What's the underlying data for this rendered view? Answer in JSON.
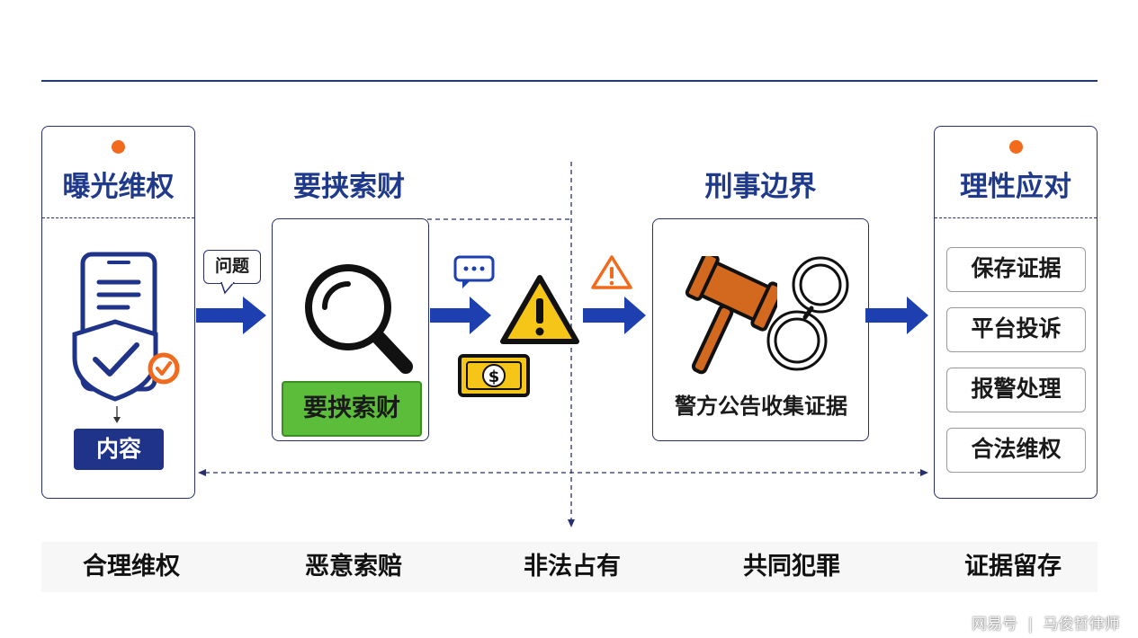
{
  "stages": [
    {
      "title": "曝光维权",
      "label": "内容"
    },
    {
      "title": "要挟索财",
      "label": "要挟索财"
    },
    {
      "title": "刑事边界",
      "label": "警方公告收集证据"
    },
    {
      "title": "理性应对",
      "items": [
        "保存证据",
        "平台投诉",
        "报警处理",
        "合法维权"
      ]
    }
  ],
  "connectors": {
    "question_tag": "问题"
  },
  "captions": [
    "合理维权",
    "恶意索赔",
    "非法占有",
    "共同犯罪",
    "证据留存"
  ],
  "watermark": {
    "platform": "网易号",
    "author": "马俊哲律师"
  },
  "colors": {
    "navy": "#1f3a8a",
    "orange": "#f26a1b",
    "green": "#5bbd3a",
    "warning": "#f5c518"
  }
}
